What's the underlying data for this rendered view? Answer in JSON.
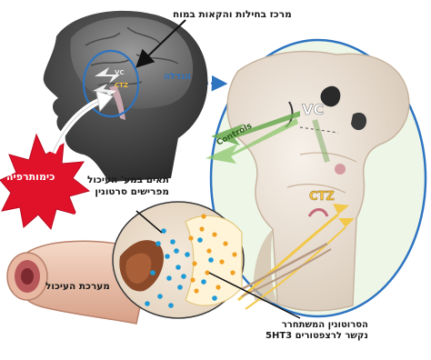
{
  "labels": {
    "brain_center": "מרכז בחילות והקאות במוח",
    "magnification": "הגדלה",
    "chemotherapy": "כימותרפיה",
    "cells_line1": "תאים במע' העיכול",
    "cells_line2": "מפרישים סרטונין",
    "digestive_system": "מערכת העיכול",
    "released_line1": "הסרוטונין המשתחרר",
    "released_line2": "נקשר לרצפטורים 5HT3",
    "vc_small": "VC",
    "ctz_small": "CTZ",
    "vc_big": "VC",
    "ctz_big": "CTZ",
    "controls": "Controls"
  },
  "colors": {
    "chemo_burst": "#e0122a",
    "zoom_ellipse": "#2e74c0",
    "zoom_fill": "#eef6e8",
    "serotonin_dots": "#1e9ad6",
    "receptor_dots": "#f0a020",
    "brainstem": "#efe6dc",
    "signal_arrows": "#f2c84a",
    "controls_arrow": "#6aa84f"
  }
}
